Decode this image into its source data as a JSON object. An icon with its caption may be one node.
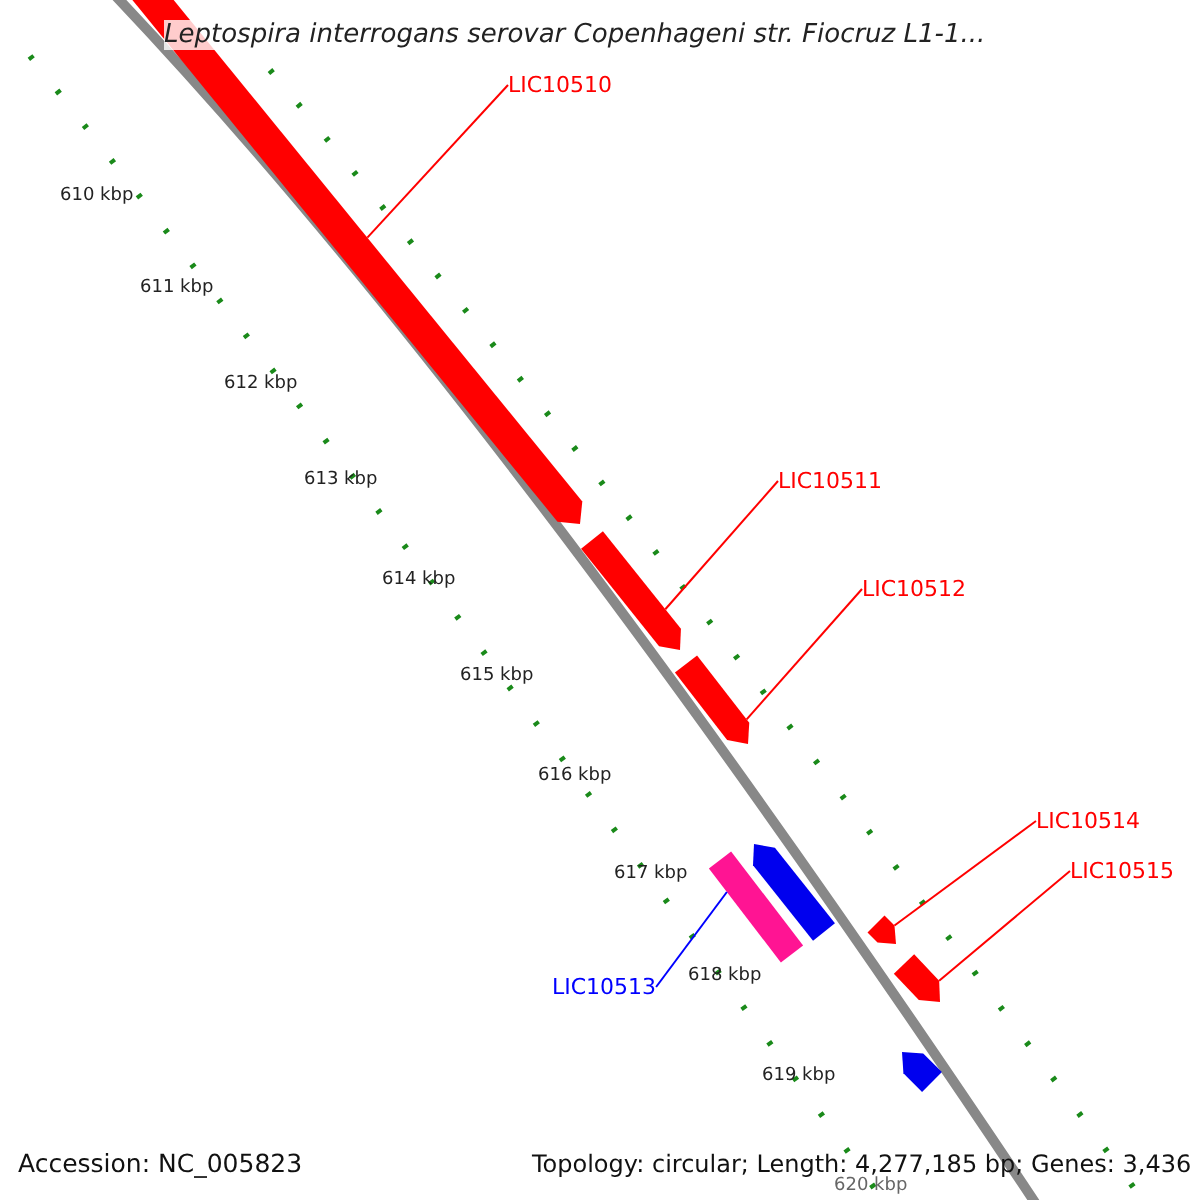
{
  "diagram": {
    "title": "Leptospira interrogans serovar Copenhageni str. Fiocruz L1-1...",
    "nodes": [
      {
        "text": [
          "LIC10510"
        ]
      },
      {
        "text": [],
        "shape": "bar"
      },
      {
        "text": [
          "LIC10511"
        ]
      },
      {
        "text": [],
        "shape": "bar"
      },
      {
        "text": [
          "LIC10512"
        ]
      },
      {
        "text": [],
        "shape": "bar"
      },
      {
        "text": [
          "LIC10514"
        ]
      },
      {
        "text": [
          "LIC10515"
        ]
      },
      {
        "text": [],
        "shape": "bar"
      },
      {
        "text": [],
        "shape": "bar"
      },
      {
        "text": [
          "LIC10513"
        ]
      },
      {
        "text": [],
        "shape": "bar"
      },
      {
        "text": [],
        "shape": "bar"
      },
      {
        "text": [],
        "shape": "bar"
      }
    ],
    "edges": [
      {
        "from": 0,
        "to": 1,
        "arrow": "none"
      },
      {
        "from": 2,
        "to": 3,
        "arrow": "none"
      },
      {
        "from": 4,
        "to": 5,
        "arrow": "none"
      },
      {
        "from": 6,
        "to": 11,
        "arrow": "none"
      },
      {
        "from": 7,
        "to": 12,
        "arrow": "none"
      },
      {
        "from": 10,
        "to": 9,
        "arrow": "none",
        "color": "#0000ff"
      }
    ],
    "labels": [
      "610 kbp",
      "611 kbp",
      "612 kbp",
      "613 kbp",
      "614 kbp",
      "615 kbp",
      "616 kbp",
      "617 kbp",
      "618 kbp",
      "619 kbp",
      "620 kbp",
      "Accession: NC_005823",
      "Topology: circular; Length: 4,277,185 bp; Genes: 3,436"
    ]
  }
}
